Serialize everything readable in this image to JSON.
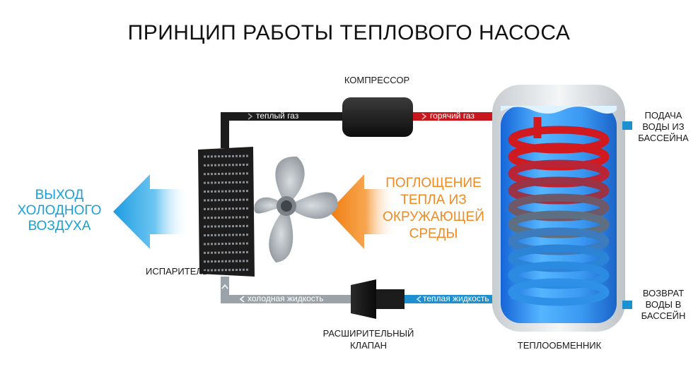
{
  "title": "ПРИНЦИП РАБОТЫ ТЕПЛОВОГО НАСОСА",
  "labels": {
    "compressor": "КОМПРЕССОР",
    "warm_gas": "теплый газ",
    "hot_gas": "горячий газ",
    "evaporator": "ИСПАРИТЕЛЬ",
    "cold_liquid": "холодная жидкость",
    "warm_liquid": "теплая жидкость",
    "expansion_valve": [
      "РАСШИРИТЕЛЬНЫЙ",
      "КЛАПАН"
    ],
    "heat_exchanger": "ТЕПЛООБМЕННИК",
    "pool_supply": [
      "ПОДАЧА",
      "ВОДЫ ИЗ",
      "БАССЕЙНА"
    ],
    "pool_return": [
      "ВОЗВРАТ",
      "ВОДЫ В",
      "БАССЕЙН"
    ],
    "cold_air_out": [
      "ВЫХОД",
      "ХОЛОДНОГО",
      "ВОЗДУХА"
    ],
    "heat_absorption": [
      "ПОГЛОЩЕНИЕ",
      "ТЕПЛА ИЗ",
      "ОКРУЖАЮЩЕЙ",
      "СРЕДЫ"
    ]
  },
  "colors": {
    "hot_line": "#c8181e",
    "warm_gas_line": "#1c1c1c",
    "cold_line": "#9aa3aa",
    "warm_liquid_line": "#1e8fcf",
    "blue_text": "#1aa0d8",
    "orange_text": "#f08a22",
    "tank_water": "#2b8ff0"
  }
}
